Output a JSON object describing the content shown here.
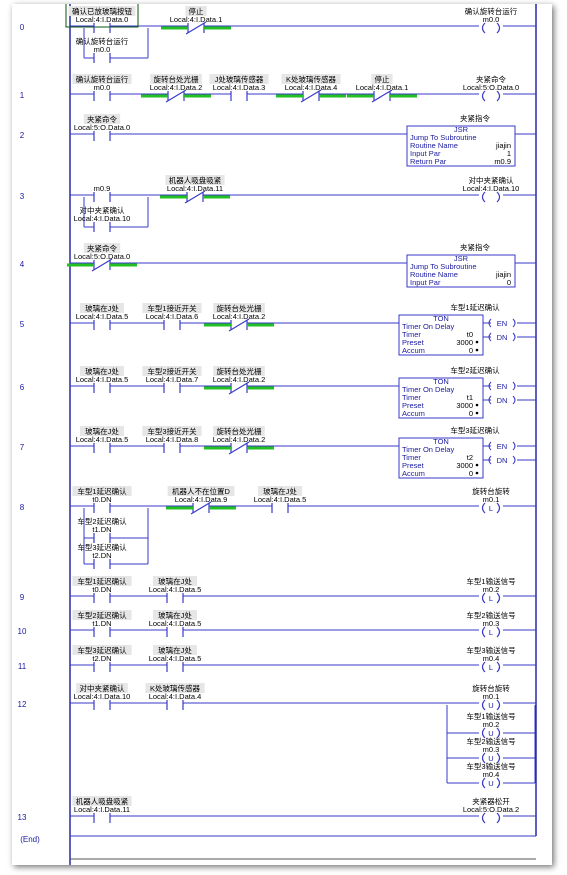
{
  "colors": {
    "rail": "#1a1aa0",
    "wire": "#3a3ac8",
    "energized": "#22c022",
    "text": "#000000",
    "rungnum": "#1a1aa0",
    "labelbg": "#e6e6e6"
  },
  "rungs": [
    {
      "num": "0",
      "contacts": [
        {
          "label": "确认已放玻璃按钮",
          "tag": "Local:4:I.Data.0",
          "type": "no"
        },
        {
          "label": "停止",
          "tag": "Local:4:I.Data.1",
          "type": "nc"
        }
      ],
      "branch": [
        {
          "label": "确认旋转台运行",
          "tag": "m0.0",
          "type": "no"
        }
      ],
      "output": {
        "label": "确认旋转台运行",
        "tag": "m0.0",
        "type": "coil"
      }
    },
    {
      "num": "1",
      "contacts": [
        {
          "label": "确认旋转台运行",
          "tag": "m0.0",
          "type": "no"
        },
        {
          "label": "旋转台处光栅",
          "tag": "Local:4:I.Data.2",
          "type": "nc"
        },
        {
          "label": "J处玻璃传感器",
          "tag": "Local:4:I.Data.3",
          "type": "no"
        },
        {
          "label": "K处玻璃传感器",
          "tag": "Local:4:I.Data.4",
          "type": "nc"
        },
        {
          "label": "停止",
          "tag": "Local:4:I.Data.1",
          "type": "nc"
        }
      ],
      "output": {
        "label": "夹紧命令",
        "tag": "Local:5:O.Data.0",
        "type": "coil"
      }
    },
    {
      "num": "2",
      "contacts": [
        {
          "label": "夹紧命令",
          "tag": "Local:5:O.Data.0",
          "type": "no"
        }
      ],
      "output": {
        "label": "夹紧指令",
        "type": "jsr",
        "name": "JSR",
        "title": "Jump To Subroutine",
        "rows": [
          [
            "Routine Name",
            "jiajin"
          ],
          [
            "Input Par",
            "1"
          ],
          [
            "Return Par",
            "m0.9"
          ]
        ]
      }
    },
    {
      "num": "3",
      "contacts": [
        {
          "label": "",
          "tag": "m0.9",
          "type": "no"
        },
        {
          "label": "机器人吸盘吸紧",
          "tag": "Local:4:I.Data.11",
          "type": "nc"
        }
      ],
      "branch": [
        {
          "label": "对中夹紧确认",
          "tag": "Local:4:I.Data.10",
          "type": "no"
        }
      ],
      "output": {
        "label": "对中夹紧确认",
        "tag": "Local:4:I.Data.10",
        "type": "coil"
      }
    },
    {
      "num": "4",
      "contacts": [
        {
          "label": "夹紧命令",
          "tag": "Local:5:O.Data.0",
          "type": "nc"
        }
      ],
      "output": {
        "label": "夹紧指令",
        "type": "jsr",
        "name": "JSR",
        "title": "Jump To Subroutine",
        "rows": [
          [
            "Routine Name",
            "jiajin"
          ],
          [
            "Input Par",
            "0"
          ]
        ]
      }
    },
    {
      "num": "5",
      "contacts": [
        {
          "label": "玻璃在J处",
          "tag": "Local:4:I.Data.5",
          "type": "no"
        },
        {
          "label": "车型1接近开关",
          "tag": "Local:4:I.Data.6",
          "type": "no"
        },
        {
          "label": "旋转台处光栅",
          "tag": "Local:4:I.Data.2",
          "type": "nc"
        }
      ],
      "output": {
        "label": "车型1延迟确认",
        "type": "ton",
        "name": "TON",
        "title": "Timer On Delay",
        "rows": [
          [
            "Timer",
            "t0"
          ],
          [
            "Preset",
            "3000"
          ],
          [
            "Accum",
            "0"
          ]
        ]
      }
    },
    {
      "num": "6",
      "contacts": [
        {
          "label": "玻璃在J处",
          "tag": "Local:4:I.Data.5",
          "type": "no"
        },
        {
          "label": "车型2接近开关",
          "tag": "Local:4:I.Data.7",
          "type": "no"
        },
        {
          "label": "旋转台处光栅",
          "tag": "Local:4:I.Data.2",
          "type": "nc"
        }
      ],
      "output": {
        "label": "车型2延迟确认",
        "type": "ton",
        "name": "TON",
        "title": "Timer On Delay",
        "rows": [
          [
            "Timer",
            "t1"
          ],
          [
            "Preset",
            "3000"
          ],
          [
            "Accum",
            "0"
          ]
        ]
      }
    },
    {
      "num": "7",
      "contacts": [
        {
          "label": "玻璃在J处",
          "tag": "Local:4:I.Data.5",
          "type": "no"
        },
        {
          "label": "车型3接近开关",
          "tag": "Local:4:I.Data.8",
          "type": "no"
        },
        {
          "label": "旋转台处光栅",
          "tag": "Local:4:I.Data.2",
          "type": "nc"
        }
      ],
      "output": {
        "label": "车型3延迟确认",
        "type": "ton",
        "name": "TON",
        "title": "Timer On Delay",
        "rows": [
          [
            "Timer",
            "t2"
          ],
          [
            "Preset",
            "3000"
          ],
          [
            "Accum",
            "0"
          ]
        ]
      }
    },
    {
      "num": "8",
      "contacts": [
        {
          "label": "车型1延迟确认",
          "tag": "t0.DN",
          "type": "no"
        },
        {
          "label": "机器人不在位置D",
          "tag": "Local:4:I.Data.9",
          "type": "nc"
        },
        {
          "label": "玻璃在J处",
          "tag": "Local:4:I.Data.5",
          "type": "no"
        }
      ],
      "branch": [
        {
          "label": "车型2延迟确认",
          "tag": "t1.DN",
          "type": "no"
        },
        {
          "label": "车型3延迟确认",
          "tag": "t2.DN",
          "type": "no"
        }
      ],
      "output": {
        "label": "旋转台旋转",
        "tag": "m0.1",
        "type": "latch"
      }
    },
    {
      "num": "9",
      "contacts": [
        {
          "label": "车型1延迟确认",
          "tag": "t0.DN",
          "type": "no"
        },
        {
          "label": "玻璃在J处",
          "tag": "Local:4:I.Data.5",
          "type": "no"
        }
      ],
      "output": {
        "label": "车型1输送信号",
        "tag": "m0.2",
        "type": "latch"
      }
    },
    {
      "num": "10",
      "contacts": [
        {
          "label": "车型2延迟确认",
          "tag": "t1.DN",
          "type": "no"
        },
        {
          "label": "玻璃在J处",
          "tag": "Local:4:I.Data.5",
          "type": "no"
        }
      ],
      "output": {
        "label": "车型2输送信号",
        "tag": "m0.3",
        "type": "latch"
      }
    },
    {
      "num": "11",
      "contacts": [
        {
          "label": "车型3延迟确认",
          "tag": "t2.DN",
          "type": "no"
        },
        {
          "label": "玻璃在J处",
          "tag": "Local:4:I.Data.5",
          "type": "no"
        }
      ],
      "output": {
        "label": "车型3输送信号",
        "tag": "m0.4",
        "type": "latch"
      }
    },
    {
      "num": "12",
      "contacts": [
        {
          "label": "对中夹紧确认",
          "tag": "Local:4:I.Data.10",
          "type": "no"
        },
        {
          "label": "K处玻璃传感器",
          "tag": "Local:4:I.Data.4",
          "type": "no"
        }
      ],
      "output": {
        "label": "旋转台旋转",
        "tag": "m0.1",
        "type": "unlatch"
      },
      "output_branch": [
        {
          "label": "车型1输送信号",
          "tag": "m0.2",
          "type": "unlatch"
        },
        {
          "label": "车型2输送信号",
          "tag": "m0.3",
          "type": "unlatch"
        },
        {
          "label": "车型3输送信号",
          "tag": "m0.4",
          "type": "unlatch"
        }
      ]
    },
    {
      "num": "13",
      "contacts": [
        {
          "label": "机器人吸盘吸紧",
          "tag": "Local:4:I.Data.11",
          "type": "no"
        }
      ],
      "output": {
        "label": "夹紧器松开",
        "tag": "Local:5:O.Data.2",
        "type": "coil"
      }
    }
  ],
  "end_label": "(End)",
  "ton_outputs": [
    "EN",
    "DN"
  ]
}
